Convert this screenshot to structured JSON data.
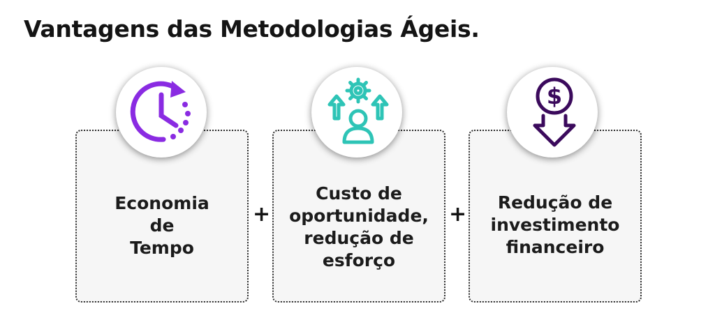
{
  "title": "Vantagens das Metodologias Ágeis.",
  "cards": [
    {
      "icon": "clock-icon",
      "lines": [
        "Economia",
        "de",
        "Tempo"
      ],
      "color": "#8a2be2"
    },
    {
      "icon": "person-gear-growth-icon",
      "lines": [
        "Custo de",
        "oportunidade,",
        "redução de",
        "esforço"
      ],
      "color": "#2ec4b6"
    },
    {
      "icon": "dollar-coin-down-arrow-icon",
      "lines": [
        "Redução de",
        "investimento",
        "financeiro"
      ],
      "color": "#3b0a5c"
    }
  ],
  "operators": [
    "+",
    "+"
  ]
}
